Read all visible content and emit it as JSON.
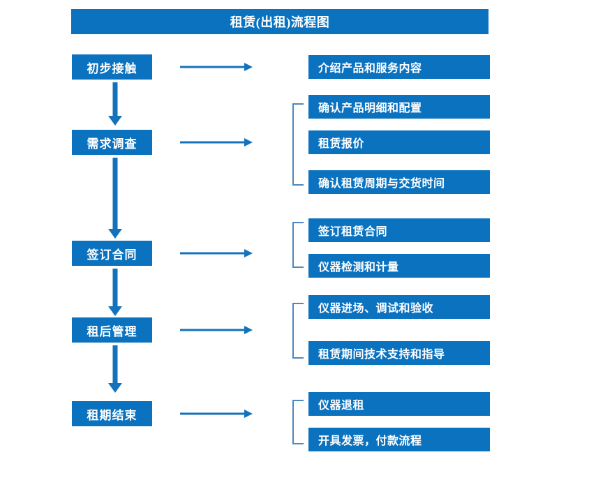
{
  "diagram": {
    "title": "租赁(出租)流程图",
    "colors": {
      "box_fill": "#0B72BF",
      "box_text": "#FFFFFF",
      "arrow": "#1272BC",
      "bracket": "#4E86C0",
      "background": "#FFFFFF"
    },
    "stages": [
      {
        "id": "stage-1",
        "label": "初步接触",
        "details": [
          "介绍产品和服务内容"
        ],
        "has_bracket": false
      },
      {
        "id": "stage-2",
        "label": "需求调查",
        "details": [
          "确认产品明细和配置",
          "租赁报价",
          "确认租赁周期与交货时间"
        ],
        "has_bracket": true
      },
      {
        "id": "stage-3",
        "label": "签订合同",
        "details": [
          "签订租赁合同",
          "仪器检测和计量"
        ],
        "has_bracket": true
      },
      {
        "id": "stage-4",
        "label": "租后管理",
        "details": [
          "仪器进场、调试和验收",
          "租赁期间技术支持和指导"
        ],
        "has_bracket": true
      },
      {
        "id": "stage-5",
        "label": "租期结束",
        "details": [
          "仪器退租",
          "开具发票，付款流程"
        ],
        "has_bracket": true
      }
    ],
    "connectors": {
      "vertical_arrow_count": 4,
      "horizontal_arrow_count": 5,
      "bracket_count": 4
    }
  }
}
